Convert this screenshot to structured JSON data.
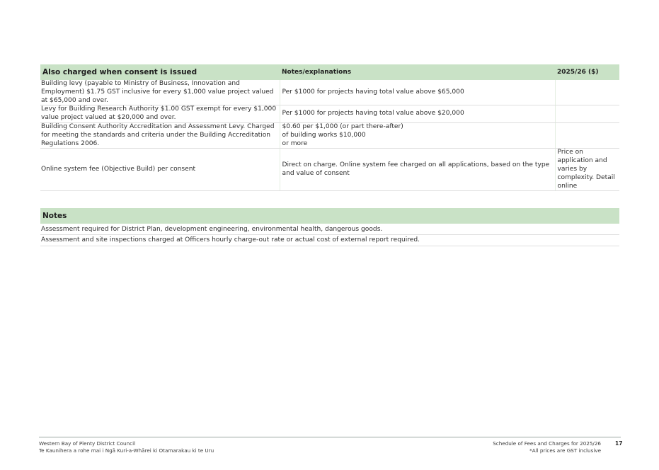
{
  "fees_table": {
    "headers": {
      "item": "Also charged when consent is issued",
      "notes": "Notes/explanations",
      "price": "2025/26 ($)"
    },
    "rows": [
      {
        "item": "Building levy (payable to Ministry of Business, Innovation and Employment) $1.75 GST inclusive for every $1,000 value project valued at $65,000 and over.",
        "notes": "Per $1000 for projects having total value above $65,000",
        "price": ""
      },
      {
        "item": "Levy for Building Research Authority $1.00 GST exempt for every $1,000 value project valued at $20,000 and over.",
        "notes": "Per $1000 for projects having total value above $20,000",
        "price": ""
      },
      {
        "item": "Building Consent Authority Accreditation and Assessment Levy. Charged for meeting the standards and criteria under the Building Accreditation Regulations 2006.",
        "notes": "$0.60 per $1,000 (or part there-after)\nof building works $10,000\nor more",
        "price": ""
      },
      {
        "item": "Online system fee (Objective Build) per consent",
        "notes": "Direct on charge. Online system fee charged on all applications, based on the type and value of consent",
        "price": "Price on application and varies by complexity. Detail online"
      }
    ]
  },
  "notes_table": {
    "header": "Notes",
    "rows": [
      "Assessment required for District Plan, development engineering, environmental health, dangerous goods.",
      "Assessment and site inspections charged at Officers hourly charge-out rate or actual cost of external report required."
    ]
  },
  "footer": {
    "org_name": "Western Bay of Plenty District Council",
    "org_name_maori": "Te Kaunihera a rohe mai i Ngā Kuri-a-Whārei ki Otamarakau ki te Uru",
    "document_title": "Schedule of Fees and Charges for 2025/26",
    "gst_note": "*All prices are GST inclusive",
    "page_number": "17"
  },
  "colors": {
    "header_fill": "#c9e2c6",
    "row_divider": "#dedede",
    "footer_rule": "#9aa6a0"
  }
}
